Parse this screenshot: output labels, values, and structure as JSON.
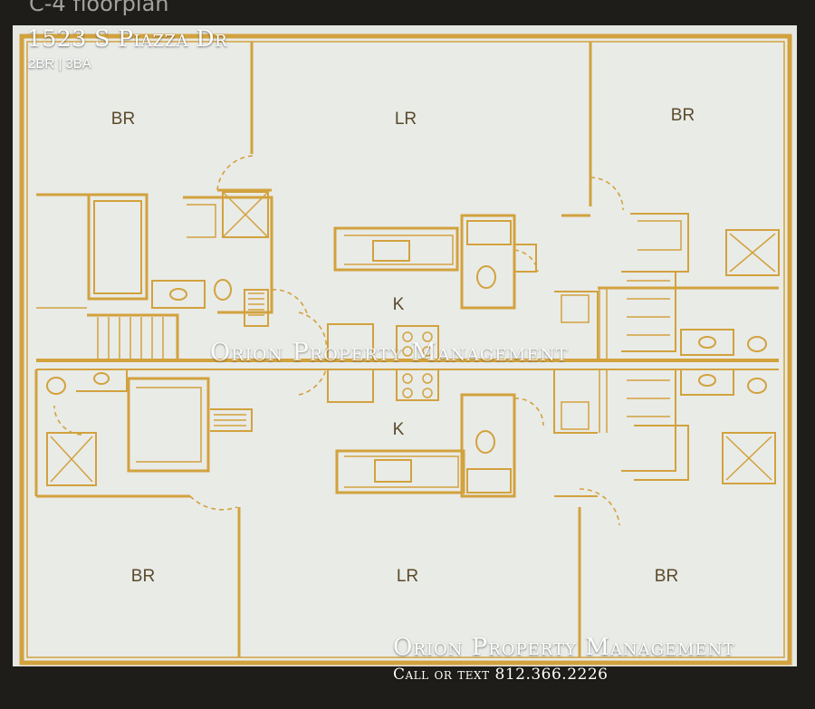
{
  "header": {
    "title_fragment": "C-4 floorplan",
    "address": "1523 S Piazza Dr",
    "beds_baths": "2BR | 3BA"
  },
  "rooms": {
    "upper": [
      "BR",
      "LR",
      "BR"
    ],
    "upper_kitchen": "K",
    "lower_kitchen": "K",
    "lower": [
      "BR",
      "LR",
      "BR"
    ]
  },
  "watermark": {
    "center": "Orion Property Management",
    "bottom": "Orion Property Management",
    "contact": "Call or text 812.366.2226"
  },
  "colors": {
    "wall": "#d2a23e",
    "paper": "#e7e9e5",
    "frame": "#1f1d19"
  }
}
